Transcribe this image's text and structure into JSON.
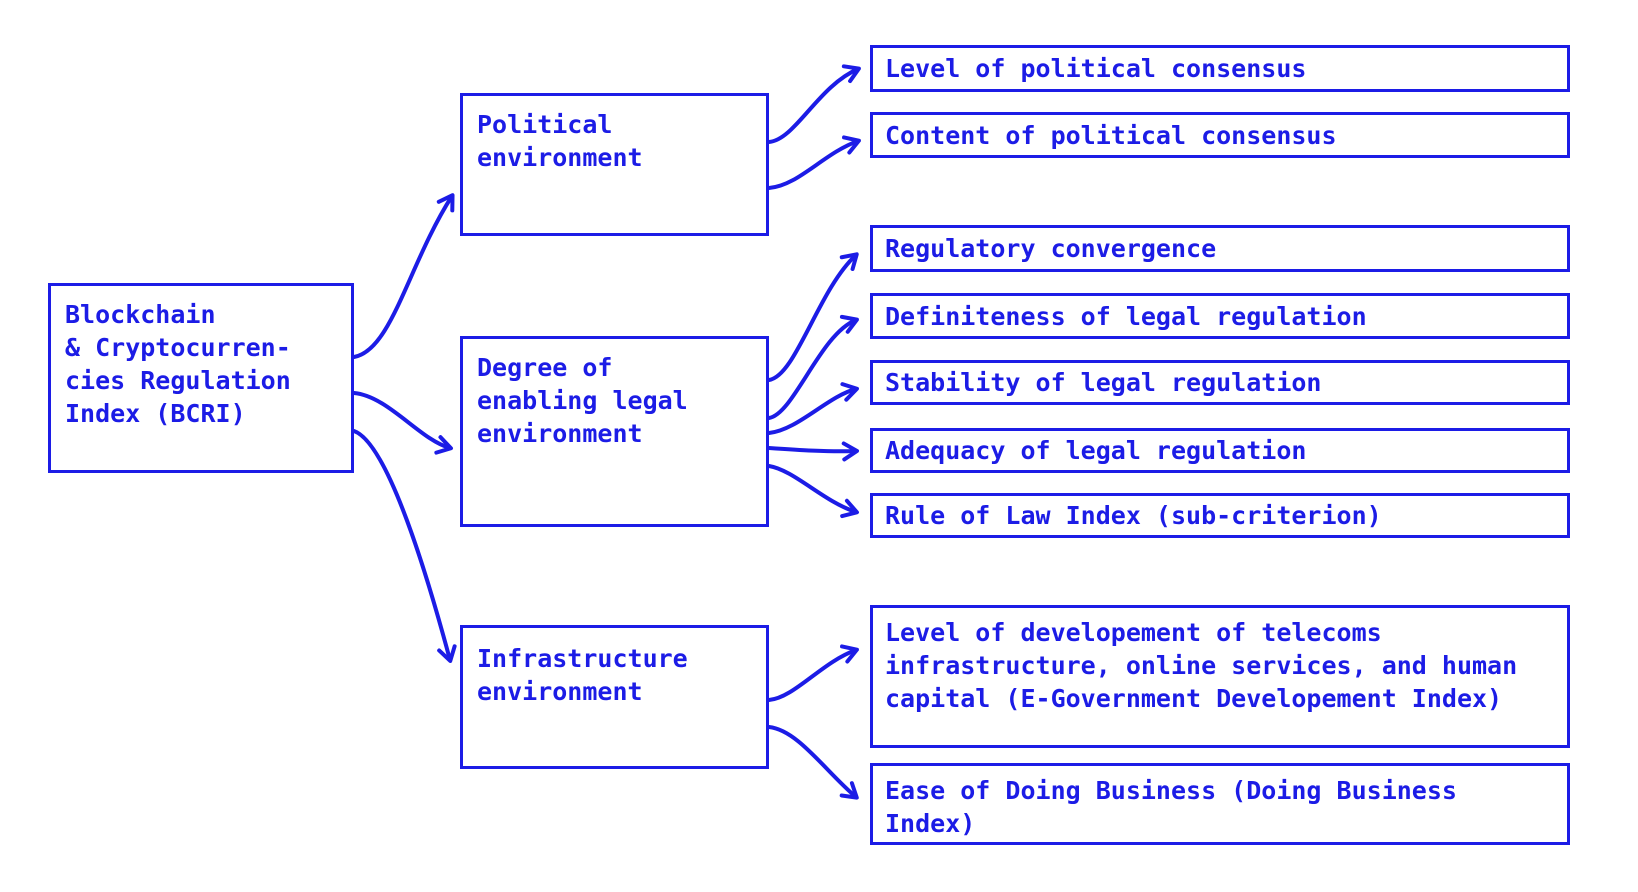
{
  "colors": {
    "accent": "#1c1ce6",
    "background": "#ffffff"
  },
  "root": {
    "label": "Blockchain\n& Cryptocurren-\ncies Regulation\nIndex (BCRI)"
  },
  "middle": [
    {
      "label": "Political\nenvironment"
    },
    {
      "label": "Degree of\nenabling legal\nenvironment"
    },
    {
      "label": "Infrastructure\nenvironment"
    }
  ],
  "leaves": [
    {
      "label": "Level of political consensus"
    },
    {
      "label": "Content of political consensus"
    },
    {
      "label": "Regulatory convergence"
    },
    {
      "label": "Definiteness of legal regulation"
    },
    {
      "label": "Stability of legal regulation"
    },
    {
      "label": "Adequacy of legal regulation"
    },
    {
      "label": "Rule of Law Index (sub-criterion)"
    },
    {
      "label": "Level of developement of telecoms infrastructure, online services, and human capital (E-Government Developement Index)"
    },
    {
      "label": "Ease of Doing Business (Doing Business Index)"
    }
  ],
  "edges": [
    {
      "from": "Blockchain & Cryptocurrencies Regulation Index (BCRI)",
      "to": "Political environment"
    },
    {
      "from": "Blockchain & Cryptocurrencies Regulation Index (BCRI)",
      "to": "Degree of enabling legal environment"
    },
    {
      "from": "Blockchain & Cryptocurrencies Regulation Index (BCRI)",
      "to": "Infrastructure environment"
    },
    {
      "from": "Political environment",
      "to": "Level of political consensus"
    },
    {
      "from": "Political environment",
      "to": "Content of political consensus"
    },
    {
      "from": "Degree of enabling legal environment",
      "to": "Regulatory convergence"
    },
    {
      "from": "Degree of enabling legal environment",
      "to": "Definiteness of legal regulation"
    },
    {
      "from": "Degree of enabling legal environment",
      "to": "Stability of legal regulation"
    },
    {
      "from": "Degree of enabling legal environment",
      "to": "Adequacy of legal regulation"
    },
    {
      "from": "Degree of enabling legal environment",
      "to": "Rule of Law Index (sub-criterion)"
    },
    {
      "from": "Infrastructure environment",
      "to": "Level of developement of telecoms infrastructure, online services, and human capital (E-Government Developement Index)"
    },
    {
      "from": "Infrastructure environment",
      "to": "Ease of Doing Business (Doing Business Index)"
    }
  ]
}
